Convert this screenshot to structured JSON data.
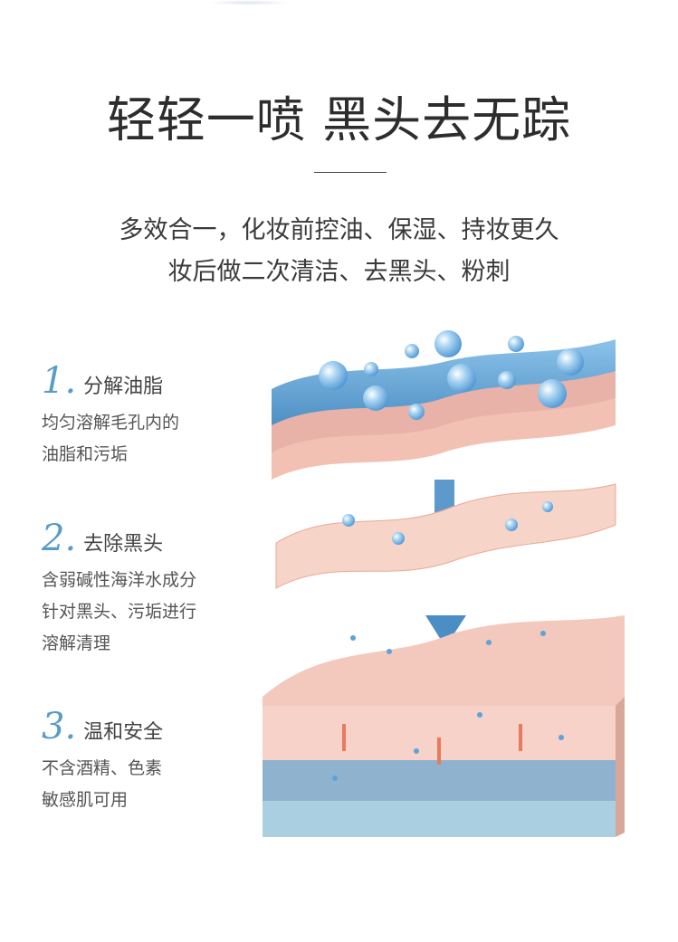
{
  "header": {
    "title": "轻轻一喷 黑头去无踪",
    "subtitle_line1": "多效合一，化妆前控油、保湿、持妆更久",
    "subtitle_line2": "妆后做二次清洁、去黑头、粉刺"
  },
  "features": [
    {
      "number": "1.",
      "title": "分解油脂",
      "lines": [
        "均匀溶解毛孔内的",
        "油脂和污垢"
      ]
    },
    {
      "number": "2.",
      "title": "去除黑头",
      "lines": [
        "含弱碱性海洋水成分",
        "针对黑头、污垢进行",
        "溶解清理"
      ]
    },
    {
      "number": "3.",
      "title": "温和安全",
      "lines": [
        "不含酒精、色素",
        "敏感肌可用"
      ]
    }
  ],
  "colors": {
    "accent": "#5a9cc8",
    "skin": "#f4c4b8",
    "water": "#7fb3dc"
  }
}
